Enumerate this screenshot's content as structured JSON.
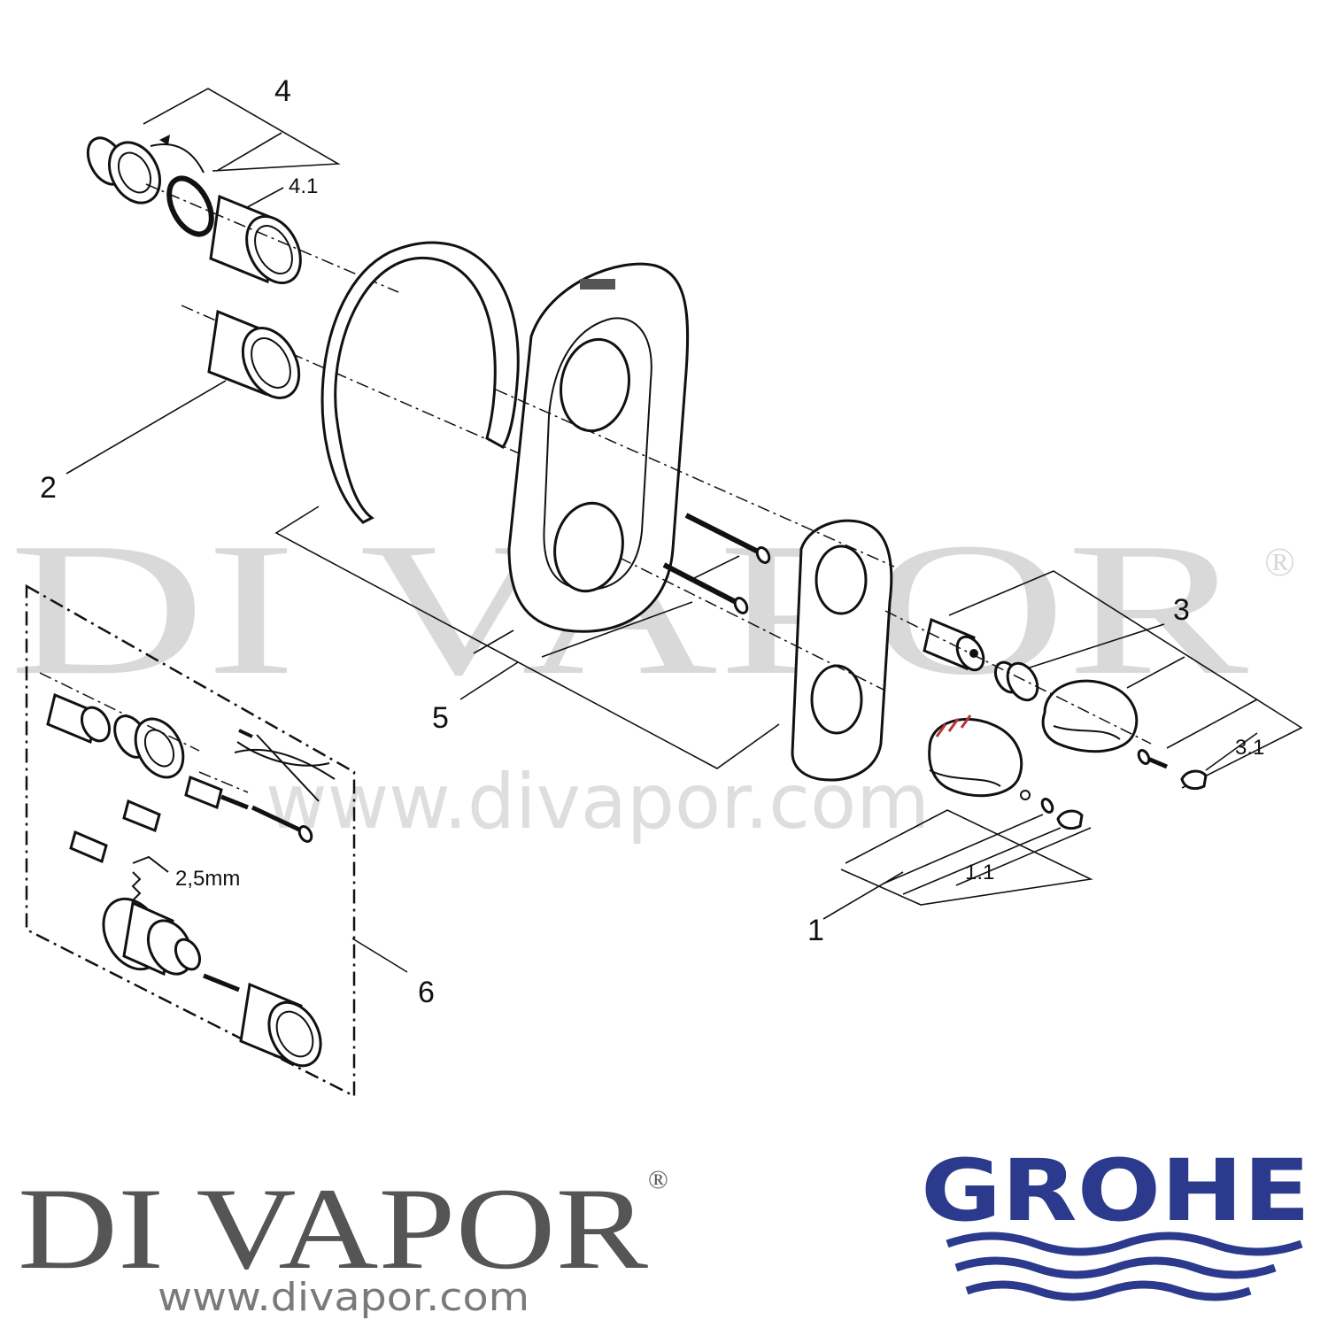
{
  "watermark": {
    "text": "DI VAPOR",
    "registered": "®",
    "url": "www.divapor.com"
  },
  "callouts": {
    "c1": "1",
    "c1_1": "1.1",
    "c2": "2",
    "c3": "3",
    "c3_1": "3.1",
    "c4": "4",
    "c4_1": "4.1",
    "c5": "5",
    "c6": "6",
    "tool_size": "2,5mm"
  },
  "branding": {
    "shop_name": "DI VAPOR",
    "shop_registered": "®",
    "shop_url": "www.divapor.com",
    "manufacturer": "GROHE",
    "manufacturer_color": "#2b3a8c"
  }
}
